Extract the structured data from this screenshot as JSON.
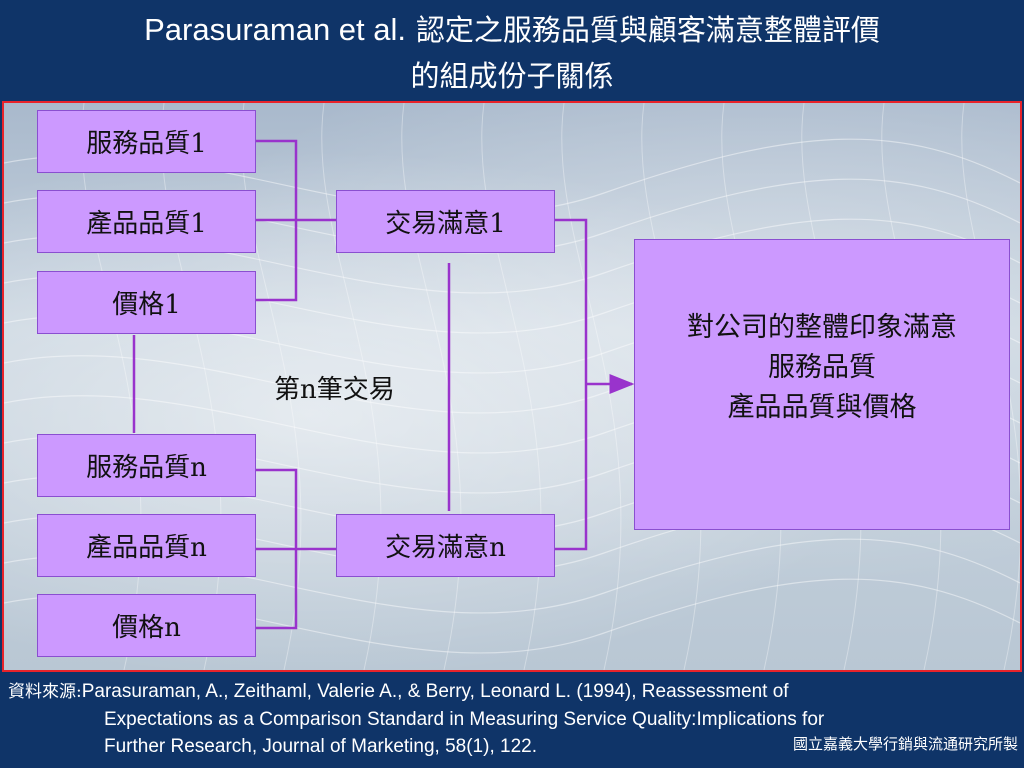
{
  "title": {
    "latin": "Parasuraman et al.",
    "cjk": "認定之服務品質與顧客滿意整體評價",
    "line2": "的組成份子關係"
  },
  "diagram": {
    "transaction1": {
      "service_quality": "服務品質1",
      "product_quality": "產品品質1",
      "price": "價格1",
      "satisfaction": "交易滿意1"
    },
    "transactionN": {
      "service_quality": "服務品質n",
      "product_quality": "產品品質n",
      "price": "價格n",
      "satisfaction": "交易滿意n"
    },
    "iteration_label": "第n筆交易",
    "overall": {
      "line1": "對公司的整體印象滿意",
      "line2": "服務品質",
      "line3": "產品品質與價格"
    }
  },
  "citation": {
    "prefix": "資料來源:",
    "line1": "Parasuraman, A., Zeithaml, Valerie A., & Berry, Leonard L. (1994), Reassessment of",
    "line2": "Expectations as a Comparison Standard in Measuring Service Quality:Implications for",
    "line3": "Further Research, Journal of Marketing, 58(1), 122."
  },
  "footer": {
    "organization": "國立嘉義大學行銷與流通研究所製"
  },
  "colors": {
    "title_bg": "#0f3468",
    "box_fill": "#cc99ff",
    "connector": "#9933cc",
    "frame_border": "#e8232a"
  }
}
